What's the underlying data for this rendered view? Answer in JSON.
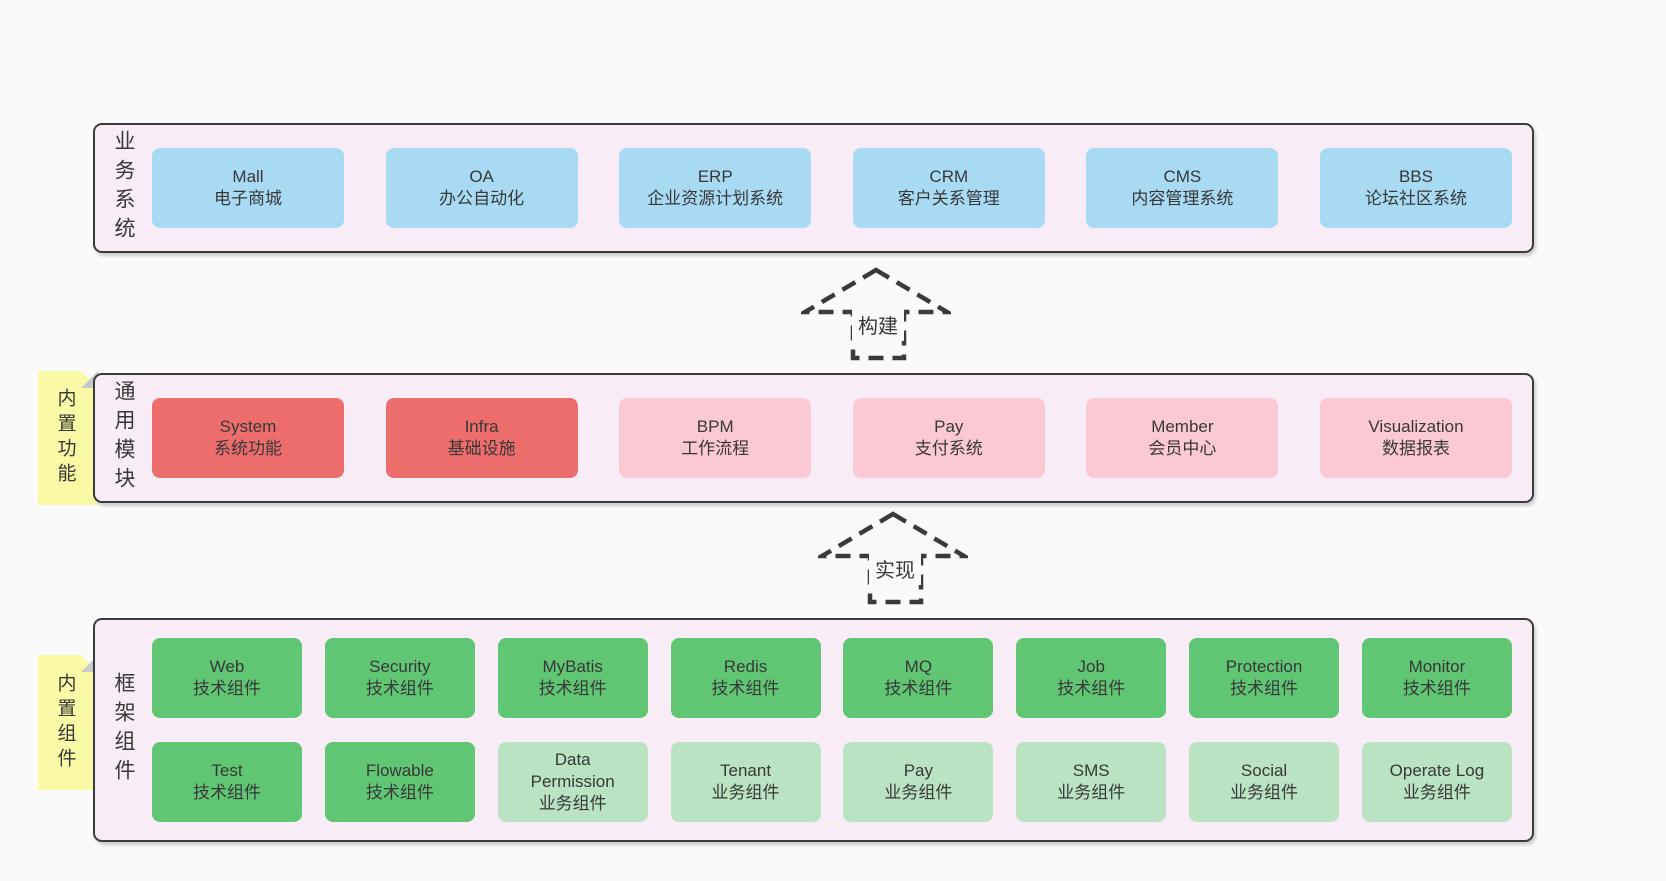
{
  "colors": {
    "background": "#fafafa",
    "panel_bg": "#f8edf6",
    "panel_border": "#3b3b3b",
    "blue": "#a8daf3",
    "red": "#ed6c6c",
    "pink": "#fac9d3",
    "green": "#60c674",
    "lightgreen": "#b9e3c3",
    "sticky_yellow": "#fafaa6",
    "sticky_fold": "#c9c9c9",
    "text": "#383838",
    "arrow": "#3a3a3a"
  },
  "sections": [
    {
      "id": "business-systems",
      "title": "业务系统",
      "rows": [
        [
          {
            "name": "Mall",
            "desc": "电子商城",
            "variant": "blue"
          },
          {
            "name": "OA",
            "desc": "办公自动化",
            "variant": "blue"
          },
          {
            "name": "ERP",
            "desc": "企业资源计划系统",
            "variant": "blue"
          },
          {
            "name": "CRM",
            "desc": "客户关系管理",
            "variant": "blue"
          },
          {
            "name": "CMS",
            "desc": "内容管理系统",
            "variant": "blue"
          },
          {
            "name": "BBS",
            "desc": "论坛社区系统",
            "variant": "blue"
          }
        ]
      ]
    },
    {
      "id": "common-modules",
      "title": "通用模块",
      "rows": [
        [
          {
            "name": "System",
            "desc": "系统功能",
            "variant": "red"
          },
          {
            "name": "Infra",
            "desc": "基础设施",
            "variant": "red"
          },
          {
            "name": "BPM",
            "desc": "工作流程",
            "variant": "pink"
          },
          {
            "name": "Pay",
            "desc": "支付系统",
            "variant": "pink"
          },
          {
            "name": "Member",
            "desc": "会员中心",
            "variant": "pink"
          },
          {
            "name": "Visualization",
            "desc": "数据报表",
            "variant": "pink"
          }
        ]
      ]
    },
    {
      "id": "framework-components",
      "title": "框架组件",
      "rows": [
        [
          {
            "name": "Web",
            "desc": "技术组件",
            "variant": "green"
          },
          {
            "name": "Security",
            "desc": "技术组件",
            "variant": "green"
          },
          {
            "name": "MyBatis",
            "desc": "技术组件",
            "variant": "green"
          },
          {
            "name": "Redis",
            "desc": "技术组件",
            "variant": "green"
          },
          {
            "name": "MQ",
            "desc": "技术组件",
            "variant": "green"
          },
          {
            "name": "Job",
            "desc": "技术组件",
            "variant": "green"
          },
          {
            "name": "Protection",
            "desc": "技术组件",
            "variant": "green"
          },
          {
            "name": "Monitor",
            "desc": "技术组件",
            "variant": "green"
          }
        ],
        [
          {
            "name": "Test",
            "desc": "技术组件",
            "variant": "green"
          },
          {
            "name": "Flowable",
            "desc": "技术组件",
            "variant": "green"
          },
          {
            "name": "Data Permission",
            "desc": "业务组件",
            "variant": "lightgreen"
          },
          {
            "name": "Tenant",
            "desc": "业务组件",
            "variant": "lightgreen"
          },
          {
            "name": "Pay",
            "desc": "业务组件",
            "variant": "lightgreen"
          },
          {
            "name": "SMS",
            "desc": "业务组件",
            "variant": "lightgreen"
          },
          {
            "name": "Social",
            "desc": "业务组件",
            "variant": "lightgreen"
          },
          {
            "name": "Operate Log",
            "desc": "业务组件",
            "variant": "lightgreen"
          }
        ]
      ]
    }
  ],
  "stickies": [
    {
      "label": "内置功能"
    },
    {
      "label": "内置组件"
    }
  ],
  "arrows": [
    {
      "label": "构建"
    },
    {
      "label": "实现"
    }
  ]
}
